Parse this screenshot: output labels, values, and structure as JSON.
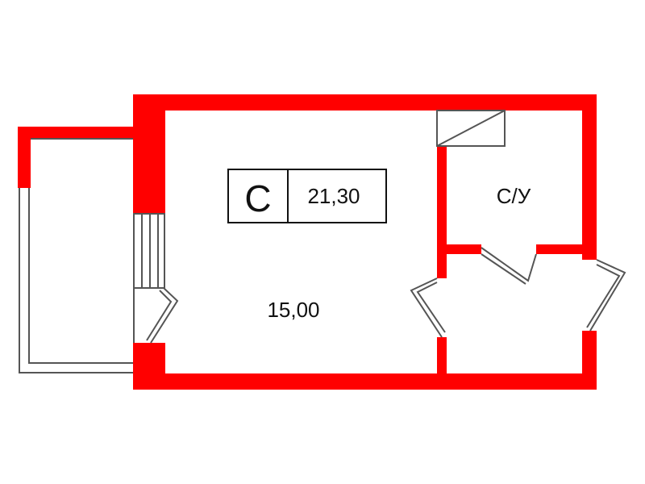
{
  "apartment": {
    "type_code": "С",
    "total_area": "21,30"
  },
  "rooms": {
    "main_room_area": "15,00",
    "bathroom_label": "С/У"
  },
  "colors": {
    "walls": "#ff0000",
    "thin_lines": "#555555",
    "text": "#111111"
  }
}
